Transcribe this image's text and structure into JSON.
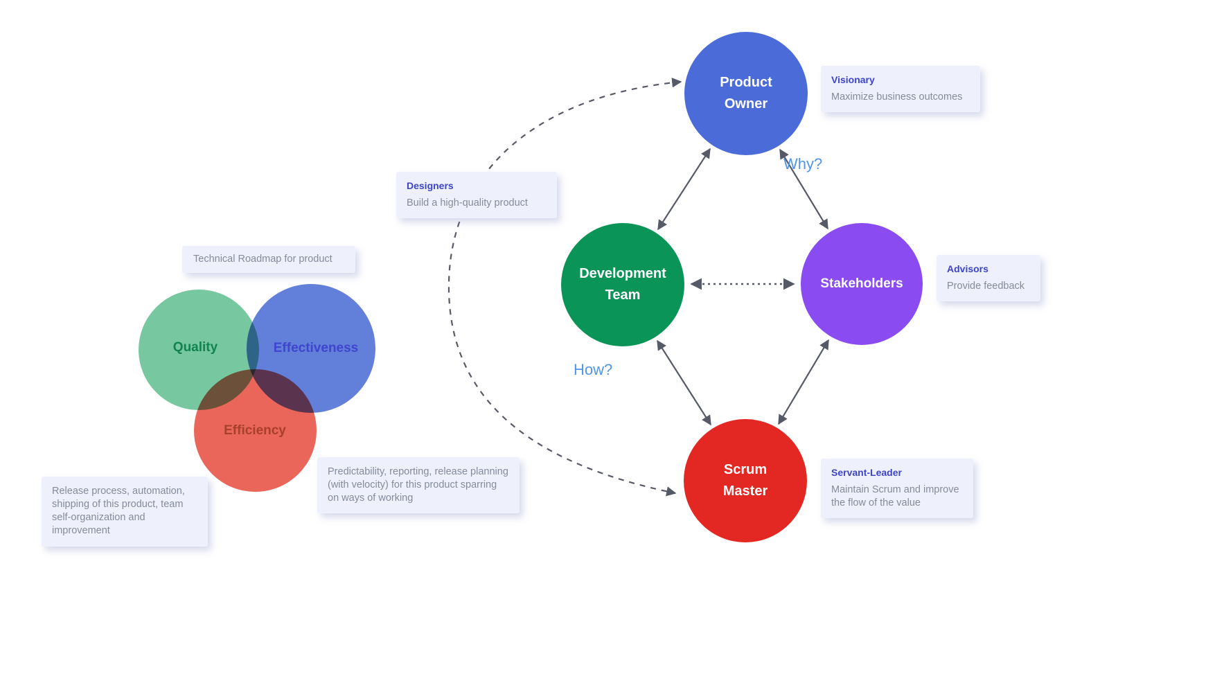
{
  "scrum": {
    "roles": {
      "product_owner": {
        "label": "Product Owner",
        "color": "#4a6bd8"
      },
      "development_team": {
        "label": "Development Team",
        "color": "#0b9458"
      },
      "stakeholders": {
        "label": "Stakeholders",
        "color": "#8a4bf0"
      },
      "scrum_master": {
        "label": "Scrum Master",
        "color": "#e32723"
      }
    },
    "cards": {
      "visionary": {
        "title": "Visionary",
        "body": "Maximize business outcomes"
      },
      "designers": {
        "title": "Designers",
        "body": "Build a high-quality product"
      },
      "advisors": {
        "title": "Advisors",
        "body": "Provide feedback"
      },
      "servant_leader": {
        "title": "Servant-Leader",
        "body": "Maintain Scrum and improve the flow of the value"
      }
    },
    "annotations": {
      "why": "Why?",
      "how": "How?"
    }
  },
  "venn": {
    "quality": {
      "label": "Quality",
      "color": "#77c8a0"
    },
    "effectiveness": {
      "label": "Effectiveness",
      "color": "#627fd9"
    },
    "efficiency": {
      "label": "Efficiency",
      "color": "#e96055"
    },
    "cards": {
      "roadmap": {
        "body": "Technical Roadmap for product"
      },
      "release": {
        "body": "Release process, automation, shipping of this product, team self-organization and improvement"
      },
      "predictability": {
        "body": "Predictability, reporting, release planning (with velocity) for this product sparring on ways of working"
      }
    }
  },
  "colors": {
    "card_background": "#eef0fb",
    "card_title": "#3c44c8",
    "card_body_text": "#848b9b",
    "arrow": "#555a66",
    "annotation_blue": "#4f96e8"
  }
}
